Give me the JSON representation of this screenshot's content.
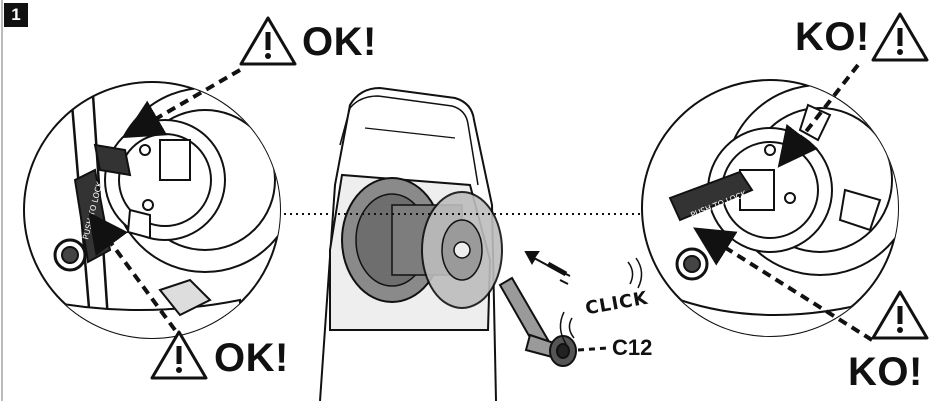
{
  "step": {
    "number": "1"
  },
  "labels": {
    "ok_top": "OK!",
    "ok_bottom": "OK!",
    "ko_top": "KO!",
    "ko_bottom": "KO!",
    "click": "CLICK",
    "part": "C12"
  },
  "icons": [
    "warning-triangle-icon",
    "warning-triangle-icon",
    "warning-triangle-icon",
    "warning-triangle-icon",
    "motion-arrow-icon"
  ]
}
